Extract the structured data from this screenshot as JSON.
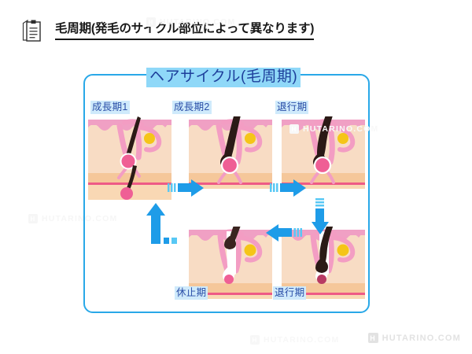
{
  "header": {
    "icon": "clipboard-icon",
    "title": "毛周期(発毛のサイクル部位によって異なります)"
  },
  "diagram": {
    "title": "ヘアサイクル(毛周期)",
    "frame_color": "#29a8e8",
    "title_highlight_color": "#8fd8f8",
    "title_text_color": "#1d3f9b",
    "label_highlight_color": "#cfeafb",
    "label_text_color": "#2b4fa8",
    "stages": [
      {
        "id": "anagen1",
        "label": "成長期1",
        "row": "top",
        "col": 1
      },
      {
        "id": "anagen2",
        "label": "成長期2",
        "row": "top",
        "col": 2
      },
      {
        "id": "catagen-top",
        "label": "退行期",
        "row": "top",
        "col": 3
      },
      {
        "id": "telogen",
        "label": "休止期",
        "row": "bottom",
        "col": 2
      },
      {
        "id": "catagen-bottom",
        "label": "退行期",
        "row": "bottom",
        "col": 3
      }
    ],
    "arrows": [
      {
        "id": "arrow-right-1",
        "direction": "right",
        "from": "anagen1",
        "to": "anagen2",
        "color": "#1e9ce8"
      },
      {
        "id": "arrow-right-2",
        "direction": "right",
        "from": "anagen2",
        "to": "catagen-top",
        "color": "#1e9ce8"
      },
      {
        "id": "arrow-down-1",
        "direction": "down",
        "from": "catagen-top",
        "to": "catagen-bottom",
        "color": "#1e9ce8"
      },
      {
        "id": "arrow-left-1",
        "direction": "left",
        "from": "catagen-bottom",
        "to": "telogen",
        "color": "#1e9ce8"
      },
      {
        "id": "arrow-up-1",
        "direction": "up",
        "from": "telogen",
        "to": "anagen1",
        "color": "#1e9ce8"
      }
    ],
    "anatomy_colors": {
      "epidermis": "#f0a0c4",
      "dermis": "#f7d6bd",
      "subcutis": "#f5c79a",
      "vessel_line": "#ee5a86",
      "follicle": "#f39dc3",
      "hair": "#2b1a16",
      "papilla": "#ef5f95",
      "sebaceous_gland": "#f5c518",
      "club_hair_root": "#ffffff"
    }
  },
  "watermarks": {
    "main": {
      "label": "HUTARINO.COM",
      "mark": "H",
      "color": "#e2e2e2"
    },
    "faint": [
      {
        "label": "HUTARINO.COM",
        "mark": "H"
      },
      {
        "label": "HUTARINO.COM",
        "mark": "H"
      },
      {
        "label": "HUTARINO.COM",
        "mark": "H"
      },
      {
        "label": "HUTARINO.COM",
        "mark": "H"
      }
    ]
  }
}
